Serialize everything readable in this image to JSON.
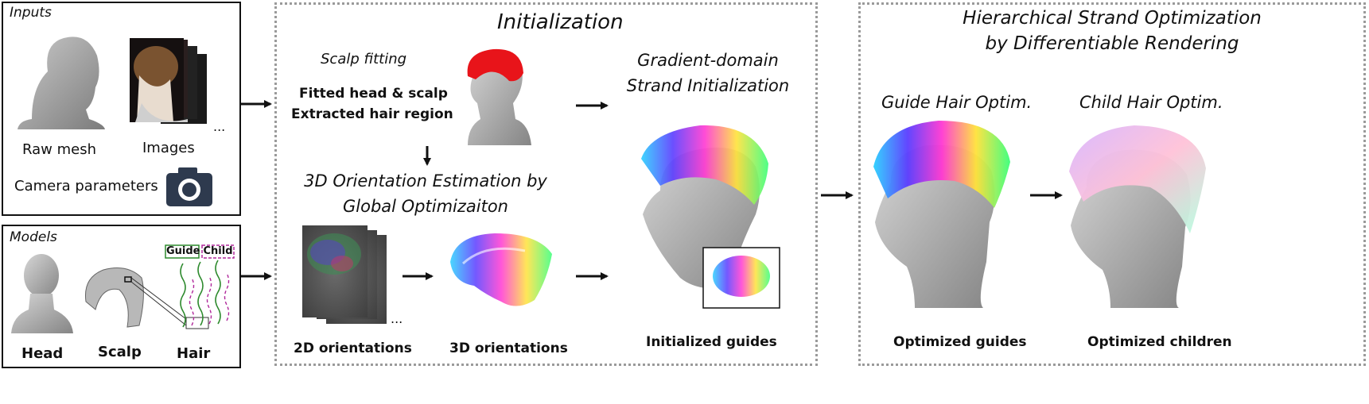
{
  "inputs": {
    "title": "Inputs",
    "raw_mesh_label": "Raw mesh",
    "images_label": "Images",
    "images_ellipsis": "...",
    "camera_label": "Camera parameters"
  },
  "models": {
    "title": "Models",
    "head_label": "Head",
    "scalp_label": "Scalp",
    "hair_label": "Hair",
    "guide_tag": "Guide",
    "child_tag": "Child"
  },
  "initialization": {
    "title": "Initialization",
    "scalp_fitting": "Scalp fitting",
    "fitted_line1": "Fitted head & scalp",
    "fitted_line2": "Extracted hair region",
    "orientation_title_line1": "3D Orientation Estimation by",
    "orientation_title_line2": "Global Optimizaiton",
    "orient2d_label": "2D orientations",
    "orient2d_ellipsis": "...",
    "orient3d_label": "3D orientations",
    "gradient_line1": "Gradient-domain",
    "gradient_line2": "Strand Initialization",
    "initialized_label": "Initialized guides"
  },
  "optimization": {
    "title_line1": "Hierarchical Strand Optimization",
    "title_line2": "by Differentiable Rendering",
    "guide_optim": "Guide Hair Optim.",
    "child_optim": "Child Hair Optim.",
    "optimized_guides": "Optimized guides",
    "optimized_children": "Optimized children"
  },
  "colors": {
    "scalp_red": "#e8141a",
    "mesh_gray": "#9a9a9a",
    "camera_navy": "#2e3a4e",
    "guide_green": "#2d8a2d",
    "child_magenta": "#b0289b",
    "dashed_border": "#9a9a9a"
  }
}
